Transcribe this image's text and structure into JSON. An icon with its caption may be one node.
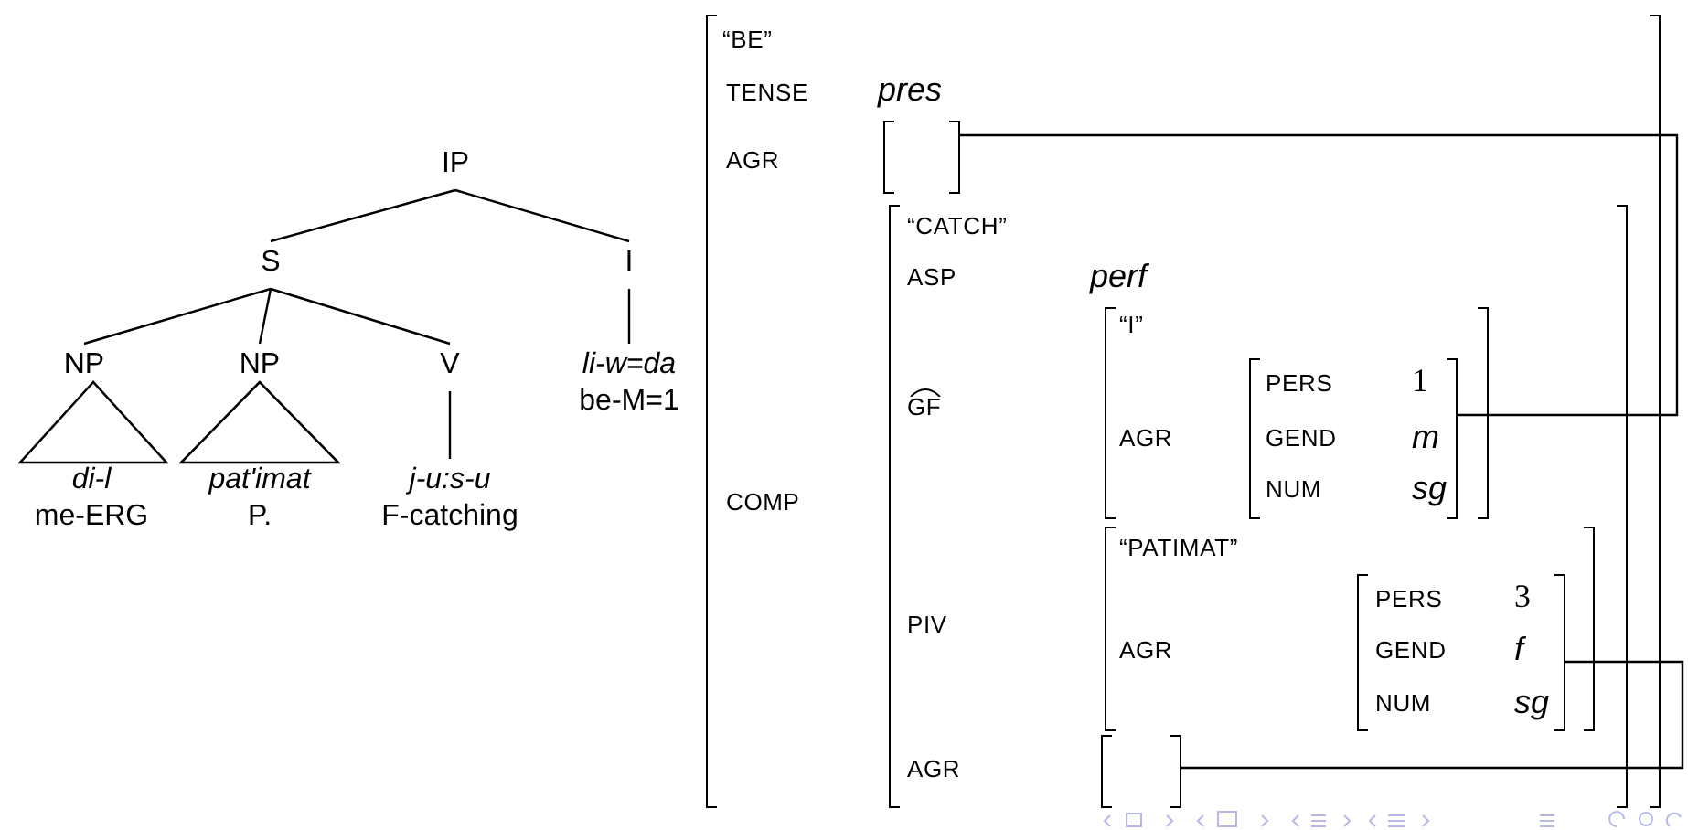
{
  "diagram": {
    "nodes": [
      {
        "text": [
          "IP"
        ]
      },
      {
        "text": [
          "S"
        ]
      },
      {
        "text": [
          "I"
        ]
      },
      {
        "text": [
          "NP"
        ]
      },
      {
        "text": [
          "NP"
        ]
      },
      {
        "text": [
          "V"
        ]
      },
      {
        "text": [],
        "shape": "triangle"
      },
      {
        "text": [],
        "shape": "triangle"
      },
      {
        "text": [
          "j-u:s-u",
          "F-catching"
        ]
      },
      {
        "text": [
          "li-w=da",
          "be-M=1"
        ]
      },
      {
        "text": [
          "“BE”",
          "TENSE",
          "pres",
          "AGR",
          "COMP"
        ]
      },
      {
        "text": [],
        "shape": "bracket",
        "in": 10
      },
      {
        "text": [
          "“CATCH”",
          "ASP",
          "perf",
          "GF",
          "PIV",
          "AGR"
        ],
        "in": 10
      },
      {
        "text": [
          "“I”",
          "AGR"
        ],
        "in": 12
      },
      {
        "text": [
          "PERS",
          "1",
          "GEND",
          "m",
          "NUM",
          "sg"
        ],
        "in": 13
      },
      {
        "text": [
          "“PATIMAT”",
          "AGR"
        ],
        "in": 12
      },
      {
        "text": [
          "PERS",
          "3",
          "GEND",
          "f",
          "NUM",
          "sg"
        ],
        "in": 15
      },
      {
        "text": [],
        "shape": "bracket",
        "in": 12
      }
    ],
    "edges": [
      {
        "from": 0,
        "to": 1,
        "arrow": "none"
      },
      {
        "from": 0,
        "to": 2,
        "arrow": "none"
      },
      {
        "from": 1,
        "to": 3,
        "arrow": "none"
      },
      {
        "from": 1,
        "to": 4,
        "arrow": "none"
      },
      {
        "from": 1,
        "to": 5,
        "arrow": "none"
      },
      {
        "from": 2,
        "to": 9,
        "arrow": "none"
      },
      {
        "from": 5,
        "to": 8,
        "arrow": "none"
      },
      {
        "from": 11,
        "to": 14,
        "arrow": "none"
      },
      {
        "from": 16,
        "to": 17,
        "arrow": "none"
      }
    ],
    "labels": [
      "di-l",
      "pat'imat",
      "me-ERG",
      "P."
    ]
  }
}
